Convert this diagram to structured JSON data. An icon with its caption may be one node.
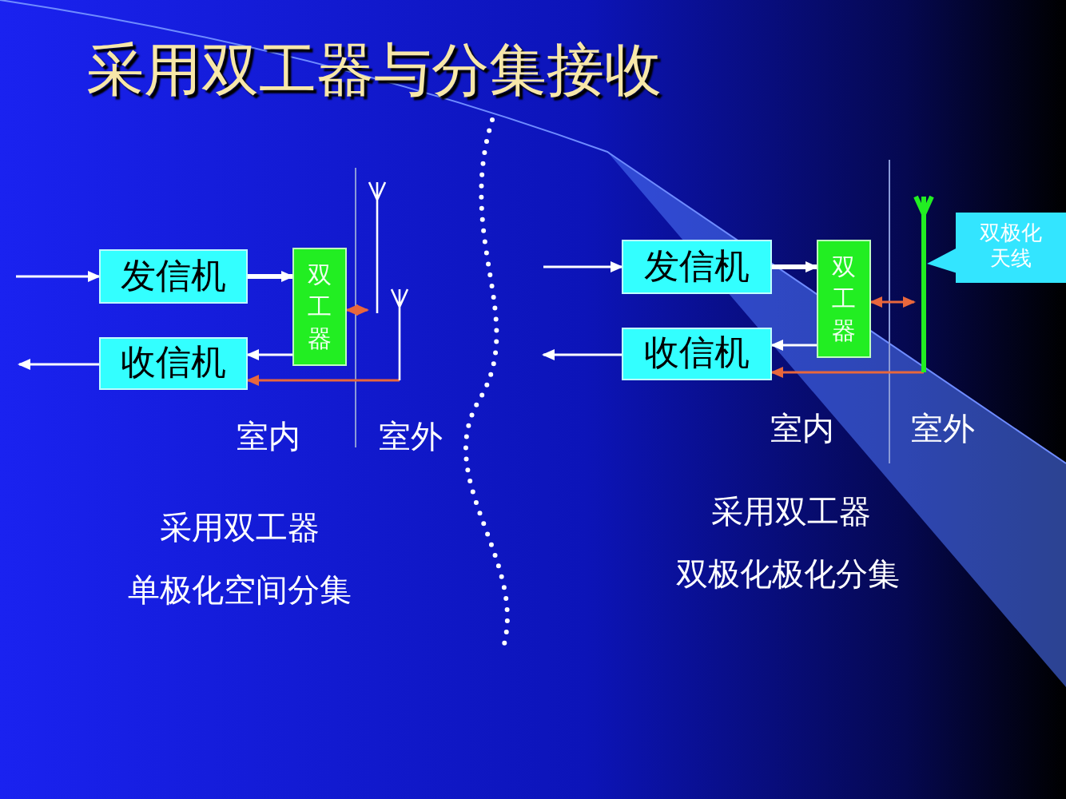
{
  "diagram": {
    "title": "采用双工器与分集接收",
    "nodes": [
      {
        "text": [
          "发信机"
        ]
      },
      {
        "text": [
          "收信机"
        ]
      },
      {
        "text": [
          "双工器"
        ]
      },
      {
        "text": [],
        "shape": "antenna"
      },
      {
        "text": [],
        "shape": "antenna"
      },
      {
        "text": [
          "发信机"
        ]
      },
      {
        "text": [
          "收信机"
        ]
      },
      {
        "text": [
          "双工器"
        ]
      },
      {
        "text": [],
        "shape": "antenna"
      },
      {
        "text": [
          "双极化天线"
        ]
      }
    ],
    "edges": [
      {
        "from": null,
        "to": 0,
        "arrow": "to"
      },
      {
        "from": 0,
        "to": 2,
        "arrow": "to",
        "style": "thick"
      },
      {
        "from": 2,
        "to": 1,
        "arrow": "to"
      },
      {
        "from": 1,
        "to": null,
        "arrow": "to"
      },
      {
        "from": 2,
        "to": 3,
        "arrow": "both",
        "color": "#e8673c"
      },
      {
        "from": 4,
        "to": 1,
        "arrow": "to",
        "color": "#e8673c"
      },
      {
        "from": null,
        "to": 5,
        "arrow": "to"
      },
      {
        "from": 5,
        "to": 7,
        "arrow": "to",
        "style": "thick"
      },
      {
        "from": 7,
        "to": 6,
        "arrow": "to"
      },
      {
        "from": 6,
        "to": null,
        "arrow": "to"
      },
      {
        "from": 7,
        "to": 8,
        "arrow": "both",
        "color": "#e8673c"
      },
      {
        "from": 8,
        "to": 6,
        "arrow": "to",
        "color": "#e8673c"
      }
    ],
    "labels": [
      "室内",
      "室外",
      "采用双工器",
      "单极化空间分集",
      "室内",
      "室外",
      "采用双工器",
      "双极化极化分集"
    ]
  }
}
